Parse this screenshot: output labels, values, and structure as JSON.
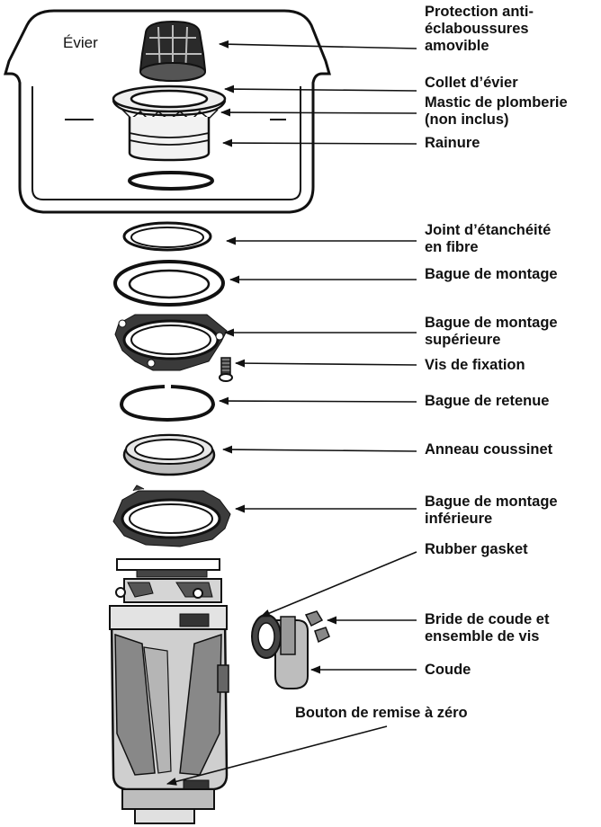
{
  "sink_label": "Évier",
  "labels": {
    "splash_guard": [
      "Protection anti-",
      "éclaboussures",
      "amovible"
    ],
    "sink_flange": [
      "Collet d’évier"
    ],
    "plumber_putty": [
      "Mastic de plomberie",
      "(non inclus)"
    ],
    "groove": [
      "Rainure"
    ],
    "fiber_gasket": [
      "Joint d’étanchéité",
      "en fibre"
    ],
    "mounting_ring": [
      "Bague de montage"
    ],
    "upper_mounting_ring": [
      "Bague de montage",
      "supérieure"
    ],
    "mounting_screw": [
      "Vis de fixation"
    ],
    "retaining_ring": [
      "Bague de retenue"
    ],
    "cushion_ring": [
      "Anneau coussinet"
    ],
    "lower_mounting_ring": [
      "Bague de montage",
      "inférieure"
    ],
    "rubber_gasket": [
      "Rubber gasket"
    ],
    "elbow_flange": [
      "Bride de coude et",
      "ensemble de vis"
    ],
    "elbow": [
      "Coude"
    ],
    "reset_button": [
      "Bouton de remise à zéro"
    ]
  }
}
